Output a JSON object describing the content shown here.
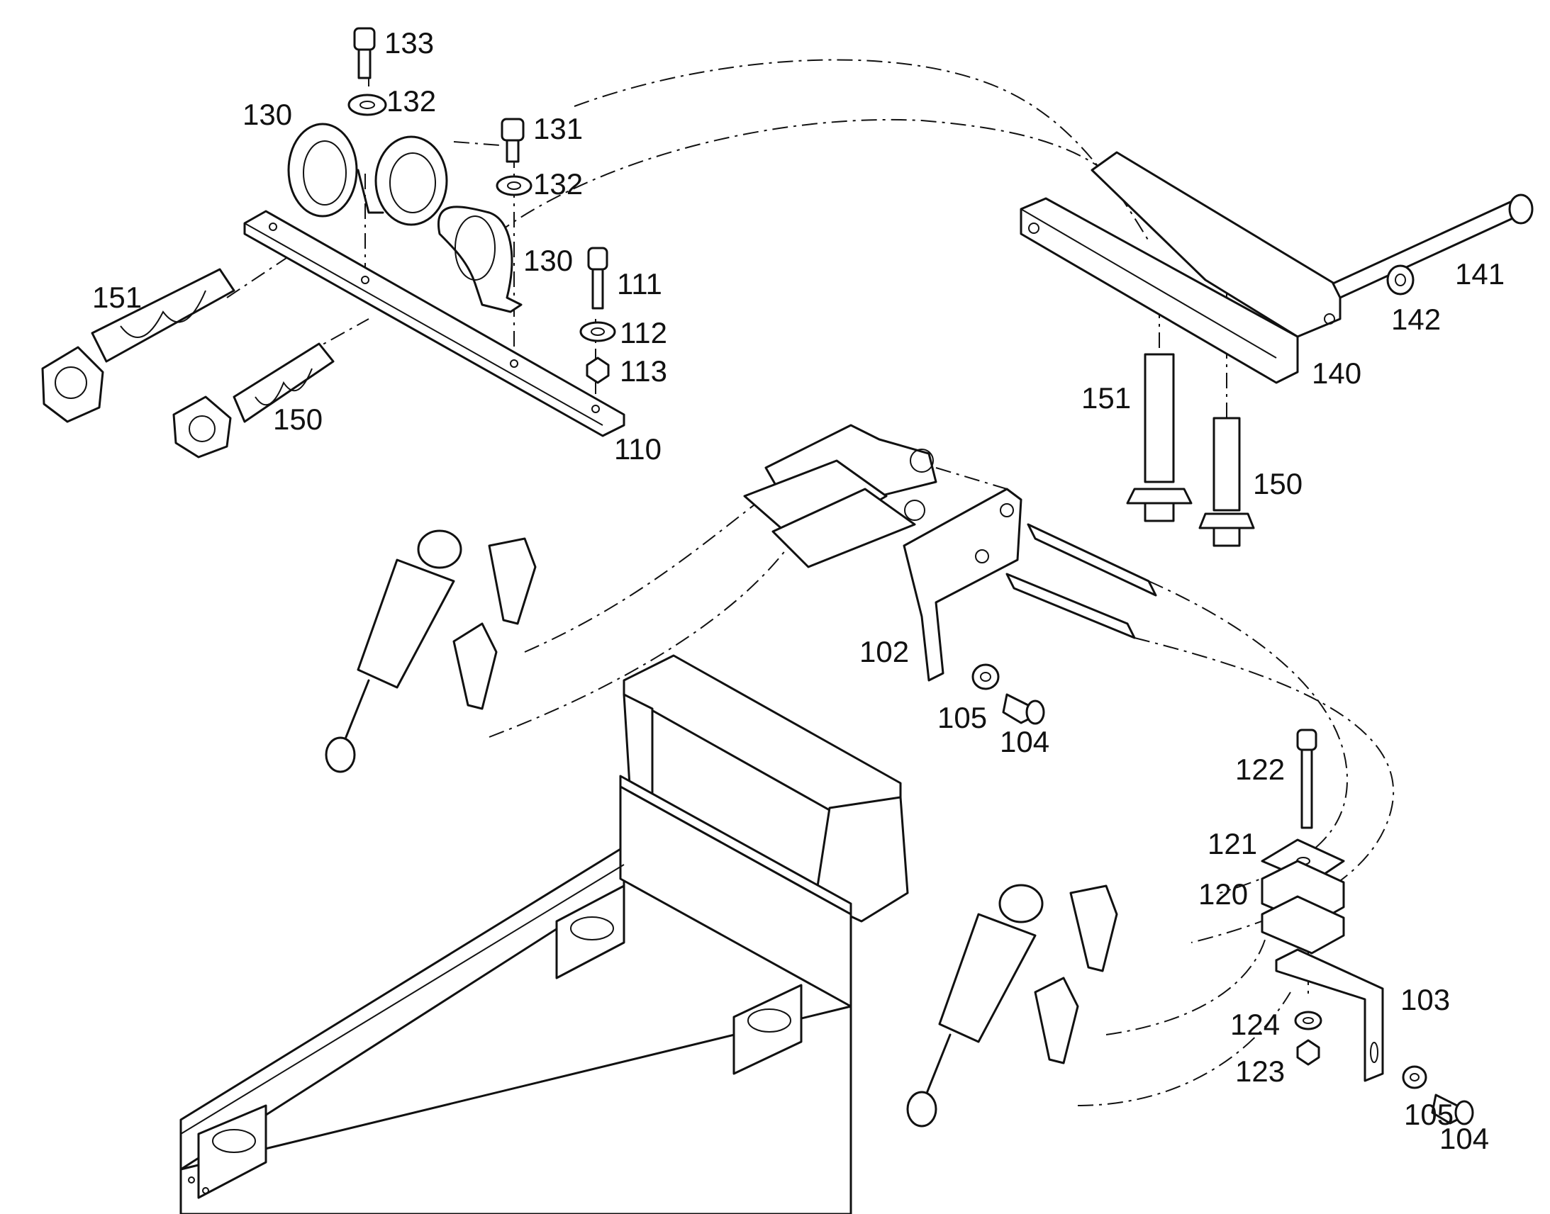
{
  "diagram": {
    "callouts": [
      {
        "id": "133",
        "label": "133"
      },
      {
        "id": "132a",
        "label": "132"
      },
      {
        "id": "130a",
        "label": "130"
      },
      {
        "id": "131",
        "label": "131"
      },
      {
        "id": "132b",
        "label": "132"
      },
      {
        "id": "130b",
        "label": "130"
      },
      {
        "id": "111",
        "label": "111"
      },
      {
        "id": "112",
        "label": "112"
      },
      {
        "id": "113",
        "label": "113"
      },
      {
        "id": "110",
        "label": "110"
      },
      {
        "id": "151a",
        "label": "151"
      },
      {
        "id": "150a",
        "label": "150"
      },
      {
        "id": "141",
        "label": "141"
      },
      {
        "id": "142",
        "label": "142"
      },
      {
        "id": "140",
        "label": "140"
      },
      {
        "id": "151b",
        "label": "151"
      },
      {
        "id": "150b",
        "label": "150"
      },
      {
        "id": "102",
        "label": "102"
      },
      {
        "id": "105a",
        "label": "105"
      },
      {
        "id": "104a",
        "label": "104"
      },
      {
        "id": "122",
        "label": "122"
      },
      {
        "id": "121",
        "label": "121"
      },
      {
        "id": "120",
        "label": "120"
      },
      {
        "id": "103",
        "label": "103"
      },
      {
        "id": "124",
        "label": "124"
      },
      {
        "id": "123",
        "label": "123"
      },
      {
        "id": "105b",
        "label": "105"
      },
      {
        "id": "104b",
        "label": "104"
      }
    ]
  }
}
